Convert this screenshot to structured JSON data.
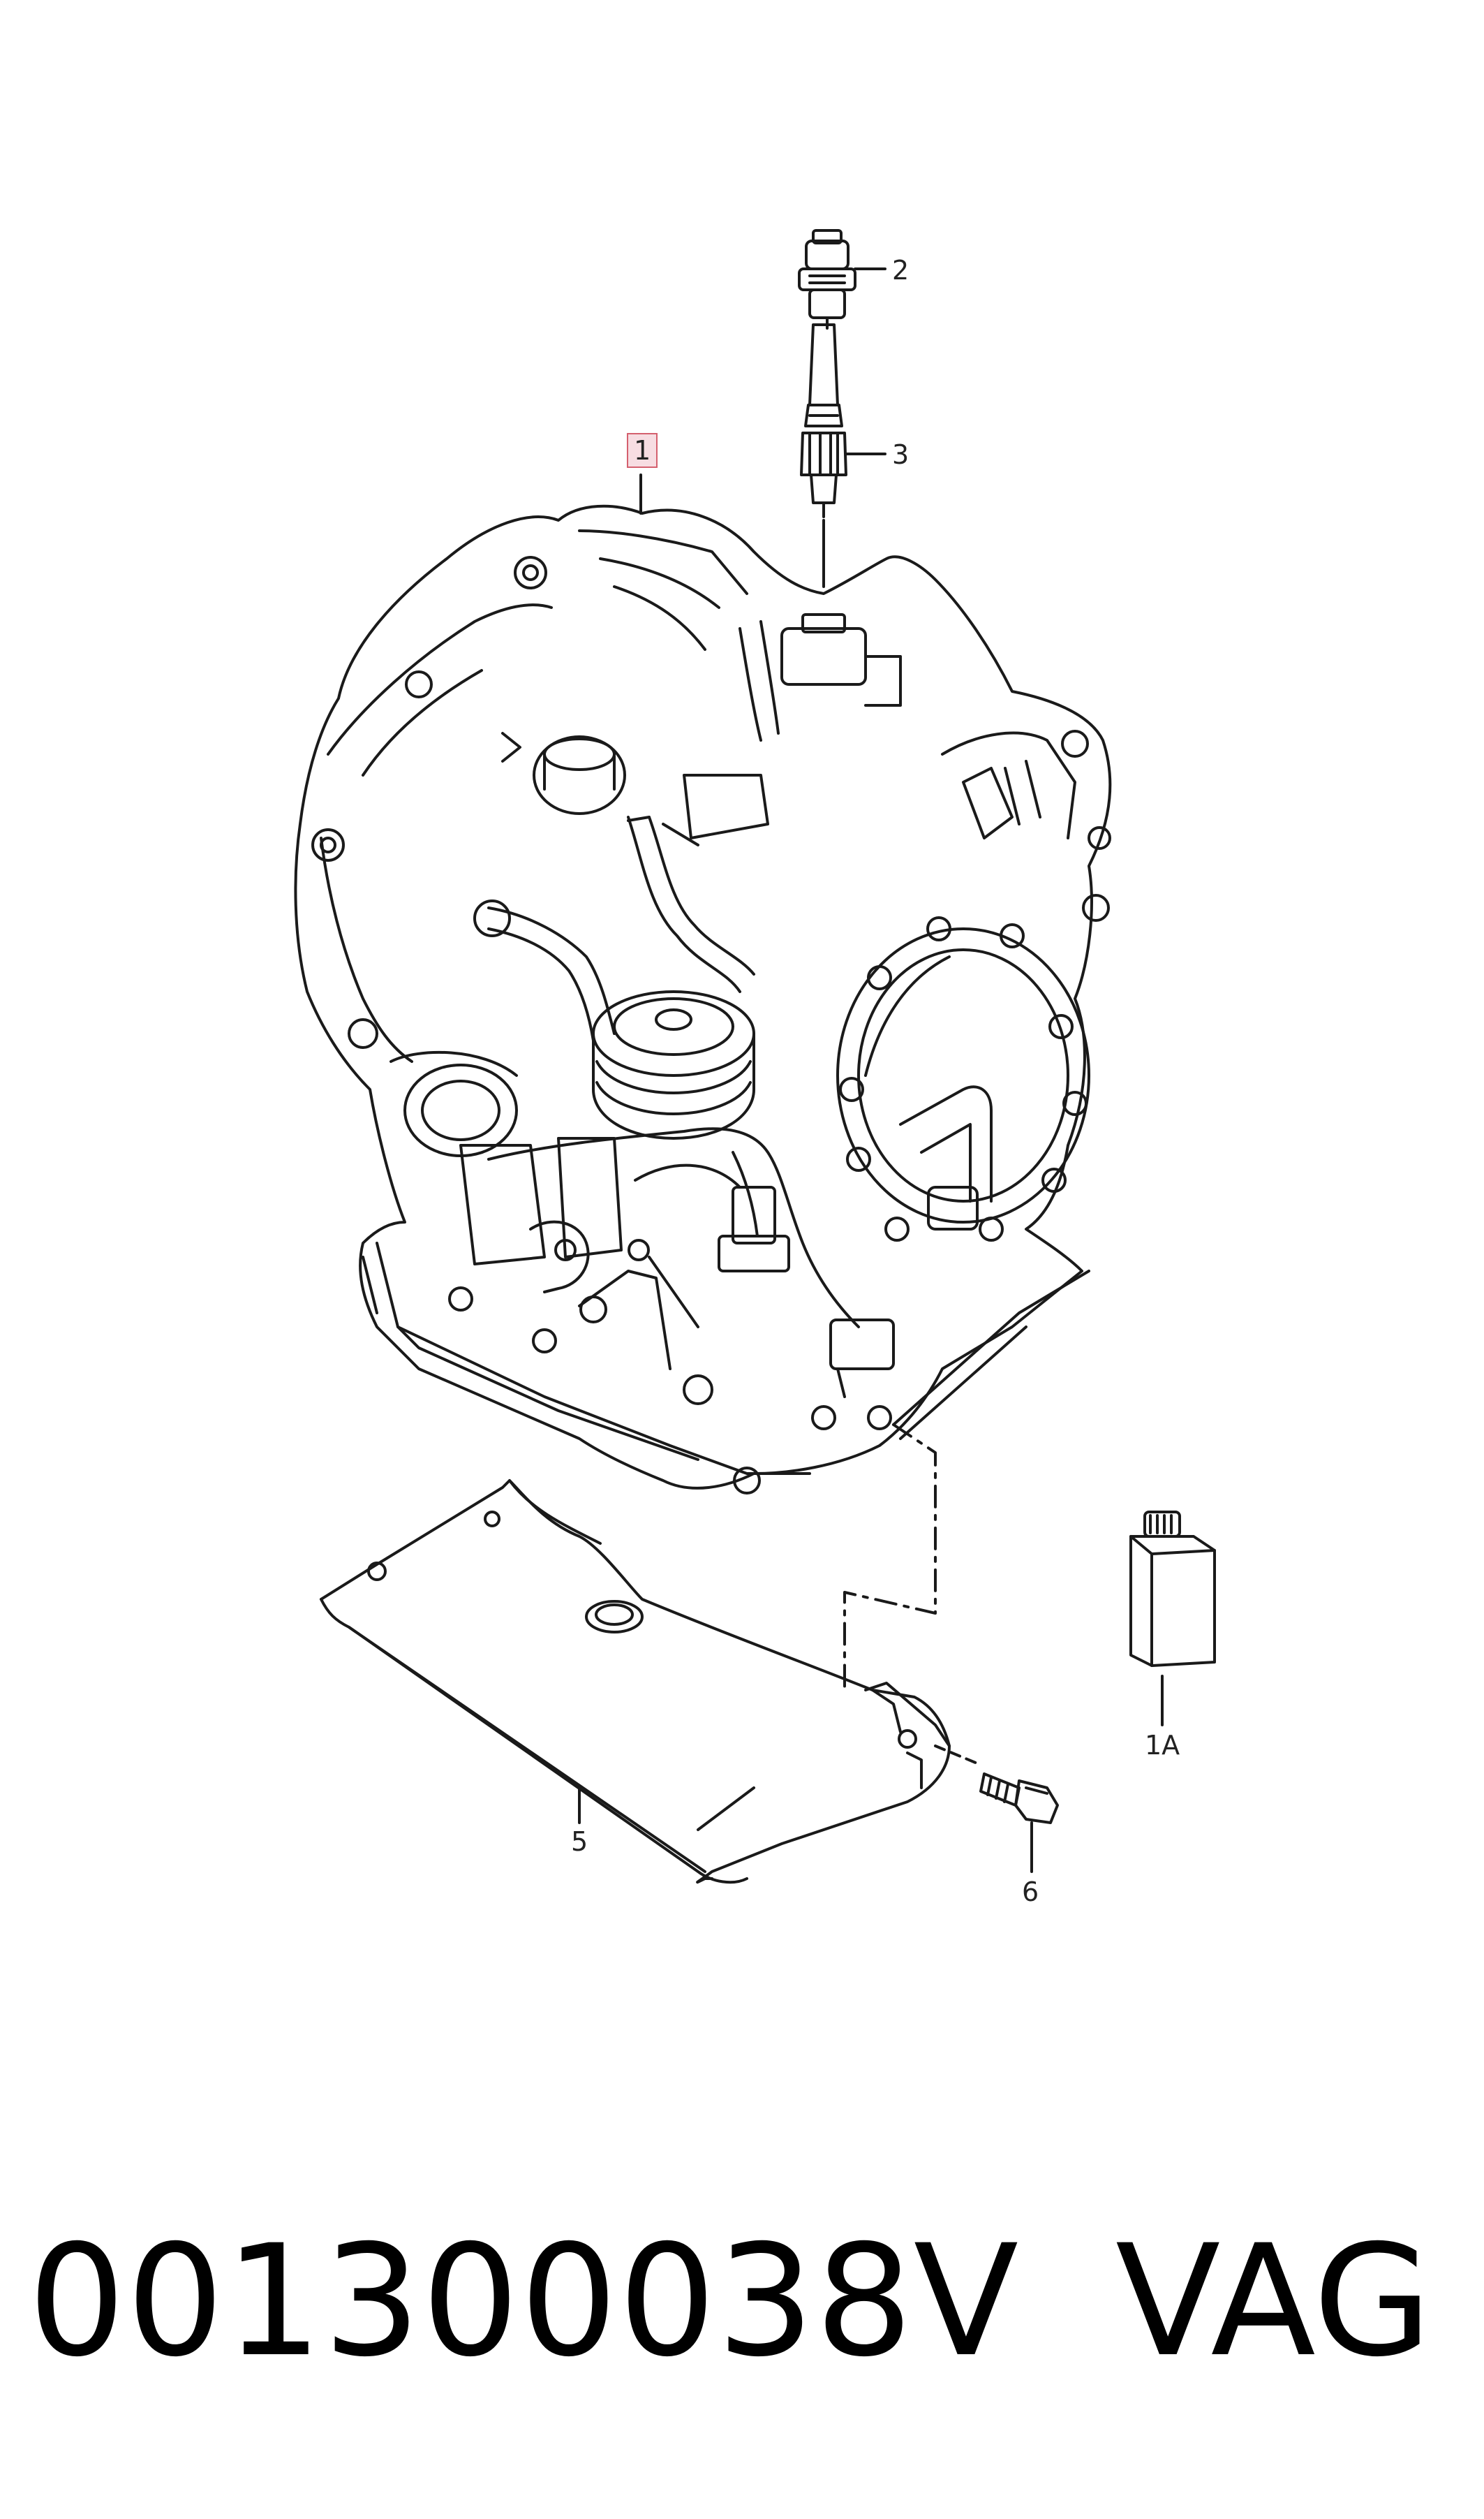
{
  "diagram": {
    "callouts": {
      "item_1": "1",
      "item_1a": "1A",
      "item_2": "2",
      "item_3": "3",
      "item_5": "5",
      "item_6": "6"
    },
    "highlight_color": "#d4606e",
    "highlight_fill": "#f7dde2",
    "line_color": "#1a1a1a"
  },
  "footer": {
    "part_number": "001300038V",
    "brand": "VAG"
  }
}
